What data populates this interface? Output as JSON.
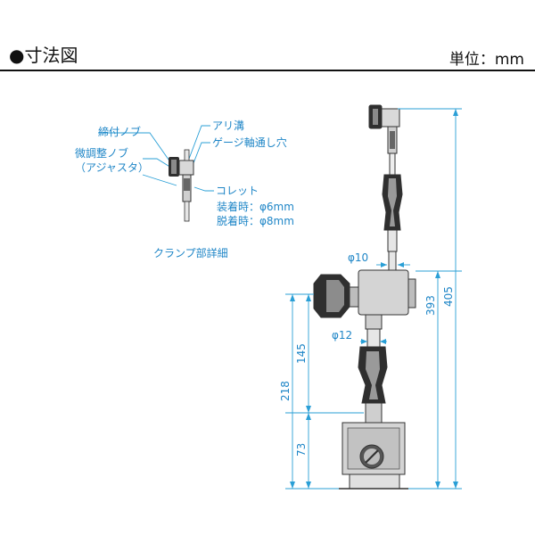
{
  "header": {
    "title": "●寸法図",
    "unit": "単位：mm"
  },
  "colors": {
    "callout": "#2a9fd6",
    "body_dark": "#2f2f2f",
    "body_mid": "#8a8a8a",
    "body_light": "#d9d9d9"
  },
  "clamp_detail": {
    "labels": {
      "tightening_knob": "締付ノブ",
      "fine_adjust_knob_1": "微調整ノブ",
      "fine_adjust_knob_2": "（アジャスタ）",
      "dovetail": "アリ溝",
      "gauge_shaft_hole": "ゲージ軸通し穴",
      "collet": "コレット",
      "mounted": "装着時：φ6mm",
      "removed": "脱着時：φ8mm"
    },
    "caption": "クランプ部詳細"
  },
  "dimensions": {
    "phi10": "φ10",
    "phi12": "φ12",
    "d393": "393",
    "d405": "405",
    "d145": "145",
    "d218": "218",
    "d73": "73"
  }
}
